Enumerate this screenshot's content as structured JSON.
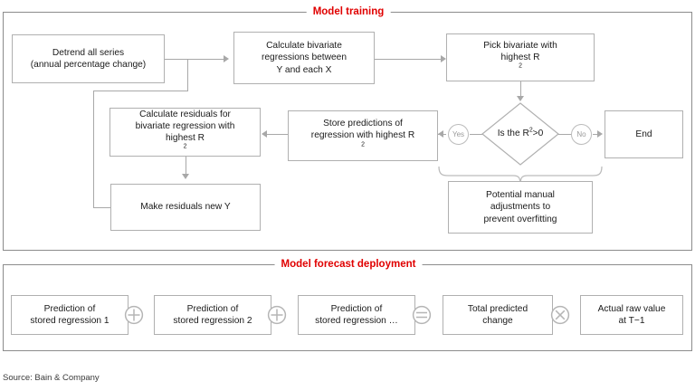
{
  "panels": {
    "training": {
      "title": "Model training",
      "title_color": "#e00000"
    },
    "deployment": {
      "title": "Model forecast deployment",
      "title_color": "#e00000"
    }
  },
  "training_nodes": {
    "detrend": {
      "line1": "Detrend all series",
      "line2": "(annual percentage change)"
    },
    "calc_bivariate": {
      "line1": "Calculate bivariate",
      "line2": "regressions between",
      "line3": "Y and each X"
    },
    "pick_bivariate": {
      "line1": "Pick bivariate with",
      "line2": "highest R",
      "sup2": "2"
    },
    "decision": {
      "line1": "Is the",
      "line2": "R",
      "sup2": "2",
      "line2b": ">0"
    },
    "end": {
      "label": "End"
    },
    "store_predictions": {
      "line1": "Store predictions of",
      "line2": "regression with highest R",
      "sup2": "2"
    },
    "calc_residuals": {
      "line1": "Calculate residuals for",
      "line2": "bivariate regression with",
      "line3": "highest R",
      "sup3": "2"
    },
    "make_residuals": {
      "label": "Make residuals new Y"
    },
    "manual_adjust": {
      "line1": "Potential manual",
      "line2": "adjustments to",
      "line3": "prevent overfitting"
    }
  },
  "branch_labels": {
    "yes": "Yes",
    "no": "No"
  },
  "deployment_nodes": [
    {
      "line1": "Prediction of",
      "line2": "stored regression 1"
    },
    {
      "line1": "Prediction of",
      "line2": "stored regression 2"
    },
    {
      "line1": "Prediction of",
      "line2": "stored regression …"
    },
    {
      "line1": "Total predicted",
      "line2": "change"
    },
    {
      "line1": "Actual raw value",
      "line2": "at T−1"
    }
  ],
  "deployment_operators": [
    {
      "name": "plus-operator",
      "symbol": "+"
    },
    {
      "name": "plus-operator",
      "symbol": "+"
    },
    {
      "name": "equals-operator",
      "symbol": "="
    },
    {
      "name": "multiply-operator",
      "symbol": "×"
    }
  ],
  "source": "Source: Bain & Company",
  "colors": {
    "accent_red": "#e00000",
    "panel_border": "#8c8c8c",
    "box_border": "#b0b0b0",
    "connector": "#a8a8a8",
    "badge_text": "#9a9a9a",
    "text": "#1a1a1a"
  }
}
